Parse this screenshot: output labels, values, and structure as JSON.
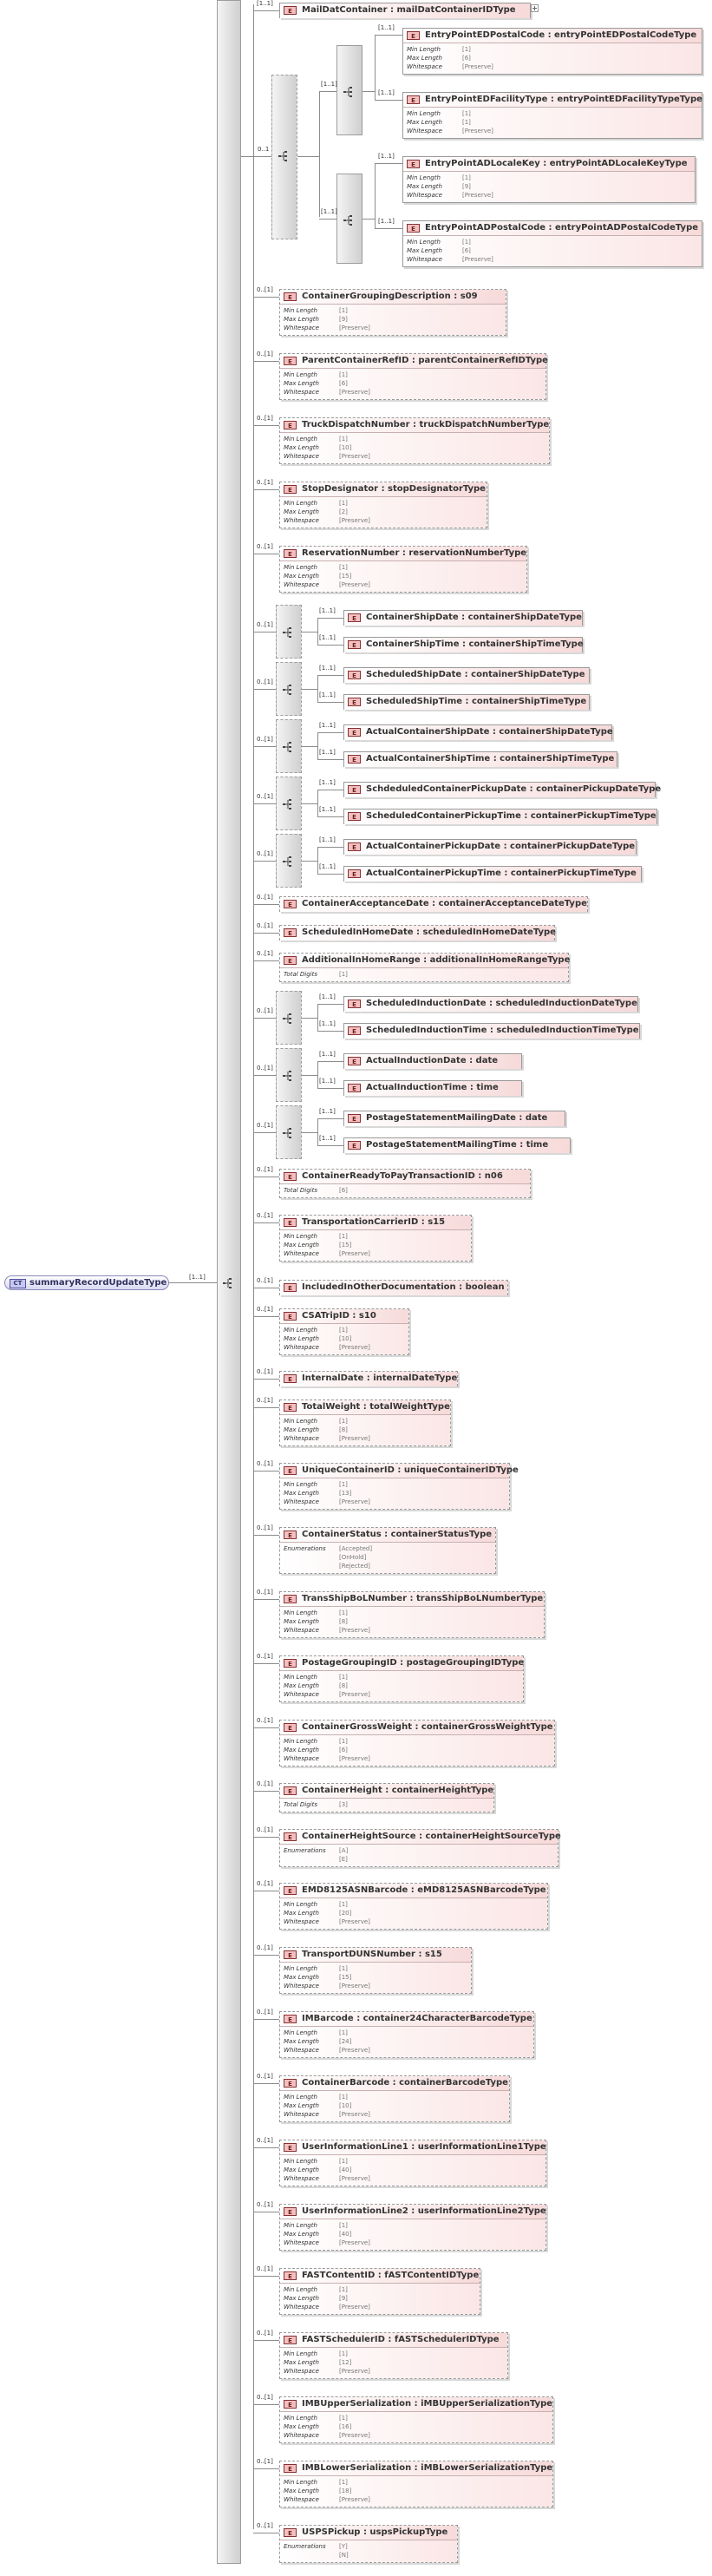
{
  "root": {
    "icon": "CT",
    "label": "summaryRecordUpdateType",
    "cardinality": "[1..1]"
  },
  "prop_keys": {
    "min": "Min Length",
    "max": "Max Length",
    "ws": "Whitespace",
    "td": "Total Digits",
    "en": "Enumerations"
  },
  "elements": [
    {
      "id": "mailDatContainer",
      "label": "MailDatContainer : mailDatContainerIDType",
      "card": "[1..1]",
      "optional": false,
      "level": 1,
      "props": []
    },
    {
      "id": "entryPointEDPostalCode",
      "label": "EntryPointEDPostalCode : entryPointEDPostalCodeType",
      "card": "[1..1]",
      "optional": false,
      "level": 3,
      "props": [
        [
          "min",
          "[1]"
        ],
        [
          "max",
          "[6]"
        ],
        [
          "ws",
          "[Preserve]"
        ]
      ]
    },
    {
      "id": "entryPointEDFacilityType",
      "label": "EntryPointEDFacilityType : entryPointEDFacilityTypeType",
      "card": "[1..1]",
      "optional": false,
      "level": 3,
      "props": [
        [
          "min",
          "[1]"
        ],
        [
          "max",
          "[1]"
        ],
        [
          "ws",
          "[Preserve]"
        ]
      ]
    },
    {
      "id": "entryPointADLocaleKey",
      "label": "EntryPointADLocaleKey : entryPointADLocaleKeyType",
      "card": "[1..1]",
      "optional": false,
      "level": 3,
      "props": [
        [
          "min",
          "[1]"
        ],
        [
          "max",
          "[9]"
        ],
        [
          "ws",
          "[Preserve]"
        ]
      ]
    },
    {
      "id": "entryPointADPostalCode",
      "label": "EntryPointADPostalCode : entryPointADPostalCodeType",
      "card": "[1..1]",
      "optional": false,
      "level": 3,
      "props": [
        [
          "min",
          "[1]"
        ],
        [
          "max",
          "[6]"
        ],
        [
          "ws",
          "[Preserve]"
        ]
      ]
    },
    {
      "id": "containerGroupingDescription",
      "label": "ContainerGroupingDescription : s09",
      "card": "0..[1]",
      "optional": true,
      "level": 1,
      "props": [
        [
          "min",
          "[1]"
        ],
        [
          "max",
          "[9]"
        ],
        [
          "ws",
          "[Preserve]"
        ]
      ]
    },
    {
      "id": "parentContainerRefID",
      "label": "ParentContainerRefID : parentContainerRefIDType",
      "card": "0..[1]",
      "optional": true,
      "level": 1,
      "props": [
        [
          "min",
          "[1]"
        ],
        [
          "max",
          "[6]"
        ],
        [
          "ws",
          "[Preserve]"
        ]
      ]
    },
    {
      "id": "truckDispatchNumber",
      "label": "TruckDispatchNumber : truckDispatchNumberType",
      "card": "0..[1]",
      "optional": true,
      "level": 1,
      "props": [
        [
          "min",
          "[1]"
        ],
        [
          "max",
          "[10]"
        ],
        [
          "ws",
          "[Preserve]"
        ]
      ]
    },
    {
      "id": "stopDesignator",
      "label": "StopDesignator : stopDesignatorType",
      "card": "0..[1]",
      "optional": true,
      "level": 1,
      "props": [
        [
          "min",
          "[1]"
        ],
        [
          "max",
          "[2]"
        ],
        [
          "ws",
          "[Preserve]"
        ]
      ]
    },
    {
      "id": "reservationNumber",
      "label": "ReservationNumber : reservationNumberType",
      "card": "0..[1]",
      "optional": true,
      "level": 1,
      "props": [
        [
          "min",
          "[1]"
        ],
        [
          "max",
          "[15]"
        ],
        [
          "ws",
          "[Preserve]"
        ]
      ]
    },
    {
      "id": "containerShipDate",
      "label": "ContainerShipDate : containerShipDateType",
      "card": "[1..1]",
      "optional": false,
      "level": 2,
      "props": []
    },
    {
      "id": "containerShipTime",
      "label": "ContainerShipTime : containerShipTimeType",
      "card": "[1..1]",
      "optional": false,
      "level": 2,
      "props": []
    },
    {
      "id": "scheduledShipDate",
      "label": "ScheduledShipDate : containerShipDateType",
      "card": "[1..1]",
      "optional": false,
      "level": 2,
      "props": []
    },
    {
      "id": "scheduledShipTime",
      "label": "ScheduledShipTime : containerShipTimeType",
      "card": "[1..1]",
      "optional": false,
      "level": 2,
      "props": []
    },
    {
      "id": "actualContainerShipDate",
      "label": "ActualContainerShipDate : containerShipDateType",
      "card": "[1..1]",
      "optional": false,
      "level": 2,
      "props": []
    },
    {
      "id": "actualContainerShipTime",
      "label": "ActualContainerShipTime : containerShipTimeType",
      "card": "[1..1]",
      "optional": false,
      "level": 2,
      "props": []
    },
    {
      "id": "schdeduledContainerPickupDate",
      "label": "SchdeduledContainerPickupDate : containerPickupDateType",
      "card": "[1..1]",
      "optional": false,
      "level": 2,
      "props": []
    },
    {
      "id": "scheduledContainerPickupTime",
      "label": "ScheduledContainerPickupTime : containerPickupTimeType",
      "card": "[1..1]",
      "optional": false,
      "level": 2,
      "props": []
    },
    {
      "id": "actualContainerPickupDate",
      "label": "ActualContainerPickupDate : containerPickupDateType",
      "card": "[1..1]",
      "optional": false,
      "level": 2,
      "props": []
    },
    {
      "id": "actualContainerPickupTime",
      "label": "ActualContainerPickupTime : containerPickupTimeType",
      "card": "[1..1]",
      "optional": false,
      "level": 2,
      "props": []
    },
    {
      "id": "containerAcceptanceDate",
      "label": "ContainerAcceptanceDate : containerAcceptanceDateType",
      "card": "0..[1]",
      "optional": true,
      "level": 1,
      "props": []
    },
    {
      "id": "scheduledInHomeDate",
      "label": "ScheduledInHomeDate : scheduledInHomeDateType",
      "card": "0..[1]",
      "optional": true,
      "level": 1,
      "props": []
    },
    {
      "id": "additionalInHomeRange",
      "label": "AdditionalInHomeRange : additionalInHomeRangeType",
      "card": "0..[1]",
      "optional": true,
      "level": 1,
      "props": [
        [
          "td",
          "[1]"
        ]
      ]
    },
    {
      "id": "scheduledInductionDate",
      "label": "ScheduledInductionDate : scheduledInductionDateType",
      "card": "[1..1]",
      "optional": false,
      "level": 2,
      "props": []
    },
    {
      "id": "scheduledInductionTime",
      "label": "ScheduledInductionTime : scheduledInductionTimeType",
      "card": "[1..1]",
      "optional": false,
      "level": 2,
      "props": []
    },
    {
      "id": "actualInductionDate",
      "label": "ActualInductionDate : date",
      "card": "[1..1]",
      "optional": false,
      "level": 2,
      "props": []
    },
    {
      "id": "actualInductionTime",
      "label": "ActualInductionTime : time",
      "card": "[1..1]",
      "optional": false,
      "level": 2,
      "props": []
    },
    {
      "id": "postageStatementMailingDate",
      "label": "PostageStatementMailingDate : date",
      "card": "[1..1]",
      "optional": false,
      "level": 2,
      "props": []
    },
    {
      "id": "postageStatementMailingTime",
      "label": "PostageStatementMailingTime : time",
      "card": "[1..1]",
      "optional": false,
      "level": 2,
      "props": []
    },
    {
      "id": "containerReadyToPayTransactionID",
      "label": "ContainerReadyToPayTransactionID : n06",
      "card": "0..[1]",
      "optional": true,
      "level": 1,
      "props": [
        [
          "td",
          "[6]"
        ]
      ]
    },
    {
      "id": "transportationCarrierID",
      "label": "TransportationCarrierID : s15",
      "card": "0..[1]",
      "optional": true,
      "level": 1,
      "props": [
        [
          "min",
          "[1]"
        ],
        [
          "max",
          "[15]"
        ],
        [
          "ws",
          "[Preserve]"
        ]
      ]
    },
    {
      "id": "includedInOtherDocumentation",
      "label": "IncludedInOtherDocumentation : boolean",
      "card": "0..[1]",
      "optional": true,
      "level": 1,
      "props": []
    },
    {
      "id": "csaTripID",
      "label": "CSATripID : s10",
      "card": "0..[1]",
      "optional": true,
      "level": 1,
      "props": [
        [
          "min",
          "[1]"
        ],
        [
          "max",
          "[10]"
        ],
        [
          "ws",
          "[Preserve]"
        ]
      ]
    },
    {
      "id": "internalDate",
      "label": "InternalDate : internalDateType",
      "card": "0..[1]",
      "optional": true,
      "level": 1,
      "props": []
    },
    {
      "id": "totalWeight",
      "label": "TotalWeight : totalWeightType",
      "card": "0..[1]",
      "optional": true,
      "level": 1,
      "props": [
        [
          "min",
          "[1]"
        ],
        [
          "max",
          "[8]"
        ],
        [
          "ws",
          "[Preserve]"
        ]
      ]
    },
    {
      "id": "uniqueContainerID",
      "label": "UniqueContainerID : uniqueContainerIDType",
      "card": "0..[1]",
      "optional": true,
      "level": 1,
      "props": [
        [
          "min",
          "[1]"
        ],
        [
          "max",
          "[13]"
        ],
        [
          "ws",
          "[Preserve]"
        ]
      ]
    },
    {
      "id": "containerStatus",
      "label": "ContainerStatus : containerStatusType",
      "card": "0..[1]",
      "optional": true,
      "level": 1,
      "props": [
        [
          "en",
          "[Accepted]"
        ],
        [
          "",
          "[OnHold]"
        ],
        [
          "",
          "[Rejected]"
        ]
      ]
    },
    {
      "id": "transShipBolNumber",
      "label": "TransShipBoLNumber : transShipBoLNumberType",
      "card": "0..[1]",
      "optional": true,
      "level": 1,
      "props": [
        [
          "min",
          "[1]"
        ],
        [
          "max",
          "[8]"
        ],
        [
          "ws",
          "[Preserve]"
        ]
      ]
    },
    {
      "id": "postageGroupingID",
      "label": "PostageGroupingID : postageGroupingIDType",
      "card": "0..[1]",
      "optional": true,
      "level": 1,
      "props": [
        [
          "min",
          "[1]"
        ],
        [
          "max",
          "[8]"
        ],
        [
          "ws",
          "[Preserve]"
        ]
      ]
    },
    {
      "id": "containerGrossWeight",
      "label": "ContainerGrossWeight : containerGrossWeightType",
      "card": "0..[1]",
      "optional": true,
      "level": 1,
      "props": [
        [
          "min",
          "[1]"
        ],
        [
          "max",
          "[6]"
        ],
        [
          "ws",
          "[Preserve]"
        ]
      ]
    },
    {
      "id": "containerHeight",
      "label": "ContainerHeight : containerHeightType",
      "card": "0..[1]",
      "optional": true,
      "level": 1,
      "props": [
        [
          "td",
          "[3]"
        ]
      ]
    },
    {
      "id": "containerHeightSource",
      "label": "ContainerHeightSource : containerHeightSourceType",
      "card": "0..[1]",
      "optional": true,
      "level": 1,
      "props": [
        [
          "en",
          "[A]"
        ],
        [
          "",
          "[E]"
        ]
      ]
    },
    {
      "id": "emd8125ASNBarcode",
      "label": "EMD8125ASNBarcode : eMD8125ASNBarcodeType",
      "card": "0..[1]",
      "optional": true,
      "level": 1,
      "props": [
        [
          "min",
          "[1]"
        ],
        [
          "max",
          "[20]"
        ],
        [
          "ws",
          "[Preserve]"
        ]
      ]
    },
    {
      "id": "transportDUNSNumber",
      "label": "TransportDUNSNumber : s15",
      "card": "0..[1]",
      "optional": true,
      "level": 1,
      "props": [
        [
          "min",
          "[1]"
        ],
        [
          "max",
          "[15]"
        ],
        [
          "ws",
          "[Preserve]"
        ]
      ]
    },
    {
      "id": "imBarcode",
      "label": "IMBarcode : container24CharacterBarcodeType",
      "card": "0..[1]",
      "optional": true,
      "level": 1,
      "props": [
        [
          "min",
          "[1]"
        ],
        [
          "max",
          "[24]"
        ],
        [
          "ws",
          "[Preserve]"
        ]
      ]
    },
    {
      "id": "containerBarcode",
      "label": "ContainerBarcode : containerBarcodeType",
      "card": "0..[1]",
      "optional": true,
      "level": 1,
      "props": [
        [
          "min",
          "[1]"
        ],
        [
          "max",
          "[10]"
        ],
        [
          "ws",
          "[Preserve]"
        ]
      ]
    },
    {
      "id": "userInformationLine1",
      "label": "UserInformationLine1 : userInformationLine1Type",
      "card": "0..[1]",
      "optional": true,
      "level": 1,
      "props": [
        [
          "min",
          "[1]"
        ],
        [
          "max",
          "[40]"
        ],
        [
          "ws",
          "[Preserve]"
        ]
      ]
    },
    {
      "id": "userInformationLine2",
      "label": "UserInformationLine2 : userInformationLine2Type",
      "card": "0..[1]",
      "optional": true,
      "level": 1,
      "props": [
        [
          "min",
          "[1]"
        ],
        [
          "max",
          "[40]"
        ],
        [
          "ws",
          "[Preserve]"
        ]
      ]
    },
    {
      "id": "fastContentID",
      "label": "FASTContentID : fASTContentIDType",
      "card": "0..[1]",
      "optional": true,
      "level": 1,
      "props": [
        [
          "min",
          "[1]"
        ],
        [
          "max",
          "[9]"
        ],
        [
          "ws",
          "[Preserve]"
        ]
      ]
    },
    {
      "id": "fastSchedulerID",
      "label": "FASTSchedulerID : fASTSchedulerIDType",
      "card": "0..[1]",
      "optional": true,
      "level": 1,
      "props": [
        [
          "min",
          "[1]"
        ],
        [
          "max",
          "[12]"
        ],
        [
          "ws",
          "[Preserve]"
        ]
      ]
    },
    {
      "id": "imbUpperSerialization",
      "label": "IMBUpperSerialization : iMBUpperSerializationType",
      "card": "0..[1]",
      "optional": true,
      "level": 1,
      "props": [
        [
          "min",
          "[1]"
        ],
        [
          "max",
          "[16]"
        ],
        [
          "ws",
          "[Preserve]"
        ]
      ]
    },
    {
      "id": "imbLowerSerialization",
      "label": "IMBLowerSerialization : iMBLowerSerializationType",
      "card": "0..[1]",
      "optional": true,
      "level": 1,
      "props": [
        [
          "min",
          "[1]"
        ],
        [
          "max",
          "[18]"
        ],
        [
          "ws",
          "[Preserve]"
        ]
      ]
    },
    {
      "id": "uspsPickup",
      "label": "USPSPickup : uspsPickupType",
      "card": "0..[1]",
      "optional": true,
      "level": 1,
      "props": [
        [
          "en",
          "[Y]"
        ],
        [
          "",
          "[N]"
        ]
      ]
    }
  ],
  "groups": [
    {
      "id": "entryPointChoice",
      "card": "0..1",
      "optional": true,
      "children": []
    },
    {
      "id": "edSeq",
      "card": "[1..1]",
      "optional": false,
      "children": [
        "entryPointEDPostalCode",
        "entryPointEDFacilityType"
      ]
    },
    {
      "id": "adSeq",
      "card": "[1..1]",
      "optional": false,
      "children": [
        "entryPointADLocaleKey",
        "entryPointADPostalCode"
      ]
    },
    {
      "id": "shipSeq1",
      "card": "0..[1]",
      "optional": true,
      "children": [
        "containerShipDate",
        "containerShipTime"
      ]
    },
    {
      "id": "shipSeq2",
      "card": "0..[1]",
      "optional": true,
      "children": [
        "scheduledShipDate",
        "scheduledShipTime"
      ]
    },
    {
      "id": "shipSeq3",
      "card": "0..[1]",
      "optional": true,
      "children": [
        "actualContainerShipDate",
        "actualContainerShipTime"
      ]
    },
    {
      "id": "pickSeq1",
      "card": "0..[1]",
      "optional": true,
      "children": [
        "schdeduledContainerPickupDate",
        "scheduledContainerPickupTime"
      ]
    },
    {
      "id": "pickSeq2",
      "card": "0..[1]",
      "optional": true,
      "children": [
        "actualContainerPickupDate",
        "actualContainerPickupTime"
      ]
    },
    {
      "id": "indSeq1",
      "card": "0..[1]",
      "optional": true,
      "children": [
        "scheduledInductionDate",
        "scheduledInductionTime"
      ]
    },
    {
      "id": "indSeq2",
      "card": "0..[1]",
      "optional": true,
      "children": [
        "actualInductionDate",
        "actualInductionTime"
      ]
    },
    {
      "id": "pstSeq",
      "card": "0..[1]",
      "optional": true,
      "children": [
        "postageStatementMailingDate",
        "postageStatementMailingTime"
      ]
    }
  ]
}
